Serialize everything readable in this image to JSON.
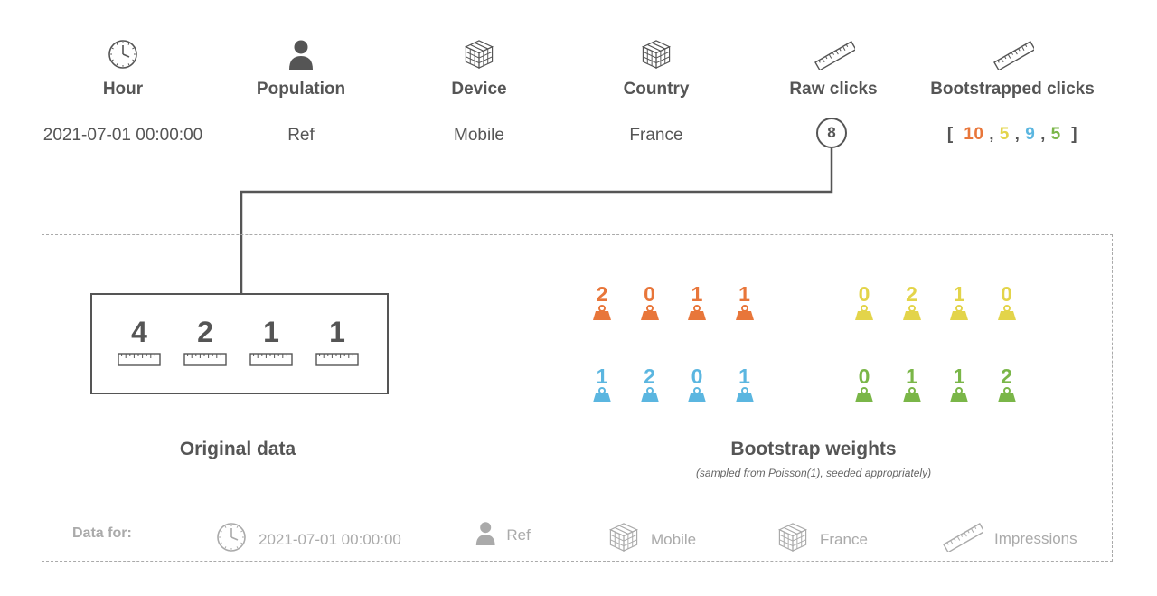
{
  "header": {
    "columns": [
      {
        "title": "Hour",
        "value": "2021-07-01 00:00:00",
        "icon": "clock-icon"
      },
      {
        "title": "Population",
        "value": "Ref",
        "icon": "person-icon"
      },
      {
        "title": "Device",
        "value": "Mobile",
        "icon": "cube-icon"
      },
      {
        "title": "Country",
        "value": "France",
        "icon": "cube-icon"
      },
      {
        "title": "Raw clicks",
        "value": "8",
        "icon": "ruler-icon"
      },
      {
        "title": "Bootstrapped clicks",
        "icon": "ruler-icon"
      }
    ],
    "bootstrapped": {
      "open": "[",
      "close": "]",
      "sep": ",",
      "values": [
        "10",
        "5",
        "9",
        "5"
      ],
      "colors": [
        "#e8763a",
        "#e3d44a",
        "#5bb6e0",
        "#7ab648"
      ]
    }
  },
  "original": {
    "values": [
      "4",
      "2",
      "1",
      "1"
    ],
    "title": "Original data"
  },
  "bootstrap": {
    "title": "Bootstrap weights",
    "subtitle": "(sampled from Poisson(1), seeded appropriately)",
    "groups": [
      {
        "color": "#e8763a",
        "values": [
          "2",
          "0",
          "1",
          "1"
        ]
      },
      {
        "color": "#e3d44a",
        "values": [
          "0",
          "2",
          "1",
          "0"
        ]
      },
      {
        "color": "#5bb6e0",
        "values": [
          "1",
          "2",
          "0",
          "1"
        ]
      },
      {
        "color": "#7ab648",
        "values": [
          "0",
          "1",
          "1",
          "2"
        ]
      }
    ]
  },
  "footer": {
    "label": "Data for:",
    "items": [
      {
        "icon": "clock-icon",
        "text": "2021-07-01 00:00:00"
      },
      {
        "icon": "person-icon",
        "text": "Ref"
      },
      {
        "icon": "cube-icon",
        "text": "Mobile"
      },
      {
        "icon": "cube-icon",
        "text": "France"
      },
      {
        "icon": "ruler-icon",
        "text": "Impressions"
      }
    ]
  },
  "colors": {
    "dark": "#555555",
    "muted": "#aaaaaa"
  }
}
